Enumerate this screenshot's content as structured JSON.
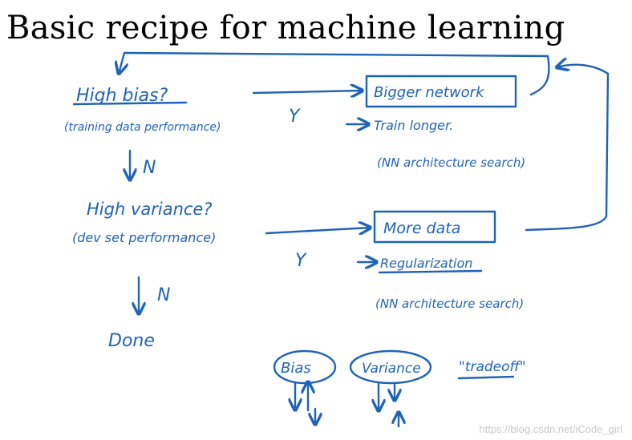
{
  "title": "Basic recipe for machine learning",
  "nodes": {
    "high_bias": "High bias?",
    "high_bias_note": "(training data performance)",
    "high_variance": "High variance?",
    "high_variance_note": "(dev set performance)",
    "done": "Done",
    "bigger_network": "Bigger network",
    "train_longer": "Train longer.",
    "nn_search_1": "(NN architecture search)",
    "more_data": "More data",
    "regularization": "Regularization",
    "nn_search_2": "(NN architecture search)",
    "bias": "Bias",
    "variance": "Variance",
    "tradeoff": "\"tradeoff\""
  },
  "edges": {
    "yes": "Y",
    "no": "N"
  },
  "colors": {
    "ink": "#1f63b8",
    "title": "#000000"
  },
  "watermark": "https://blog.csdn.net/iCode_girl"
}
